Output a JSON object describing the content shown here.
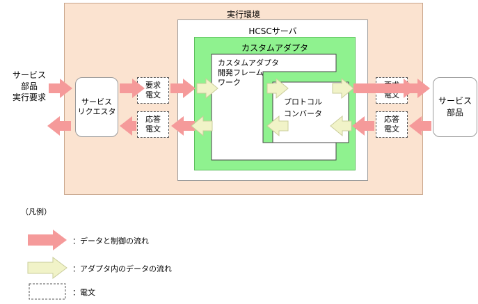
{
  "diagram": {
    "environment_label": "実行環境",
    "server_label": "HCSCサーバ",
    "adapter_label": "カスタムアダプタ",
    "framework_label": [
      "カスタムアダプタ",
      "開発フレーム",
      "ワーク"
    ],
    "protocol_label": [
      "プロトコル",
      "コンバータ"
    ],
    "requester_label": [
      "サービス",
      "リクエスタ"
    ],
    "parts_label": [
      "サービス",
      "部品"
    ],
    "left_request_label": [
      "サービス",
      "部品",
      "実行要求"
    ],
    "request_message": [
      "要求",
      "電文"
    ],
    "response_message": [
      "応答",
      "電文"
    ]
  },
  "legend": {
    "title": "（凡例）",
    "items": [
      {
        "label": "：データと制御の流れ",
        "kind": "data-control-flow"
      },
      {
        "label": "：アダプタ内のデータの流れ",
        "kind": "adapter-data-flow"
      },
      {
        "label": "：電文",
        "kind": "message"
      }
    ]
  },
  "colors": {
    "environment": "#fbe3d0",
    "adapter": "#8ff28f",
    "flow_arrow": "#f59a9a",
    "adapter_arrow": "#f1f3c8"
  }
}
